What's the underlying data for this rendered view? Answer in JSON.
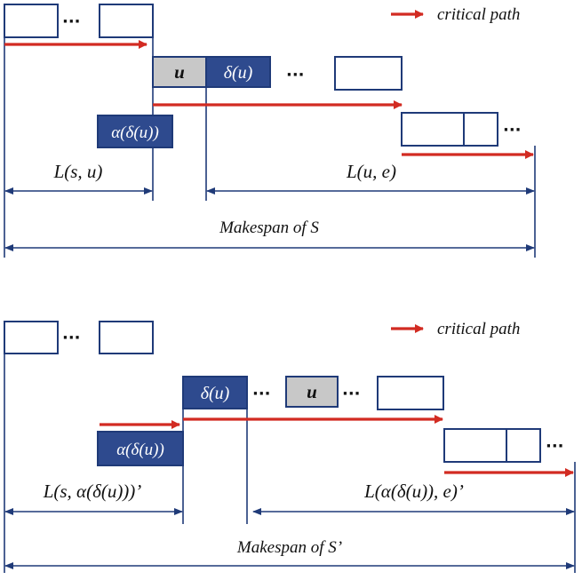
{
  "legend": {
    "label": "critical path",
    "color": "#d22b22"
  },
  "colors": {
    "node": "#2e4a8e",
    "border": "#1f3a78",
    "highlight": "#c8c8c8"
  },
  "top": {
    "u_label": "u",
    "delta_u_label": "δ(u)",
    "alpha_label": "α(δ(u))",
    "l_su_label": "L(s, u)",
    "l_ue_label": "L(u, e)",
    "makespan_label": "Makespan of S",
    "ellipsis": "···"
  },
  "bottom": {
    "u_label": "u",
    "delta_u_label": "δ(u)",
    "alpha_label": "α(δ(u))",
    "l_sa_label": "L(s, α(δ(u)))’",
    "l_ae_label": "L(α(δ(u)), e)’",
    "makespan_label": "Makespan of S’",
    "ellipsis": "···"
  }
}
